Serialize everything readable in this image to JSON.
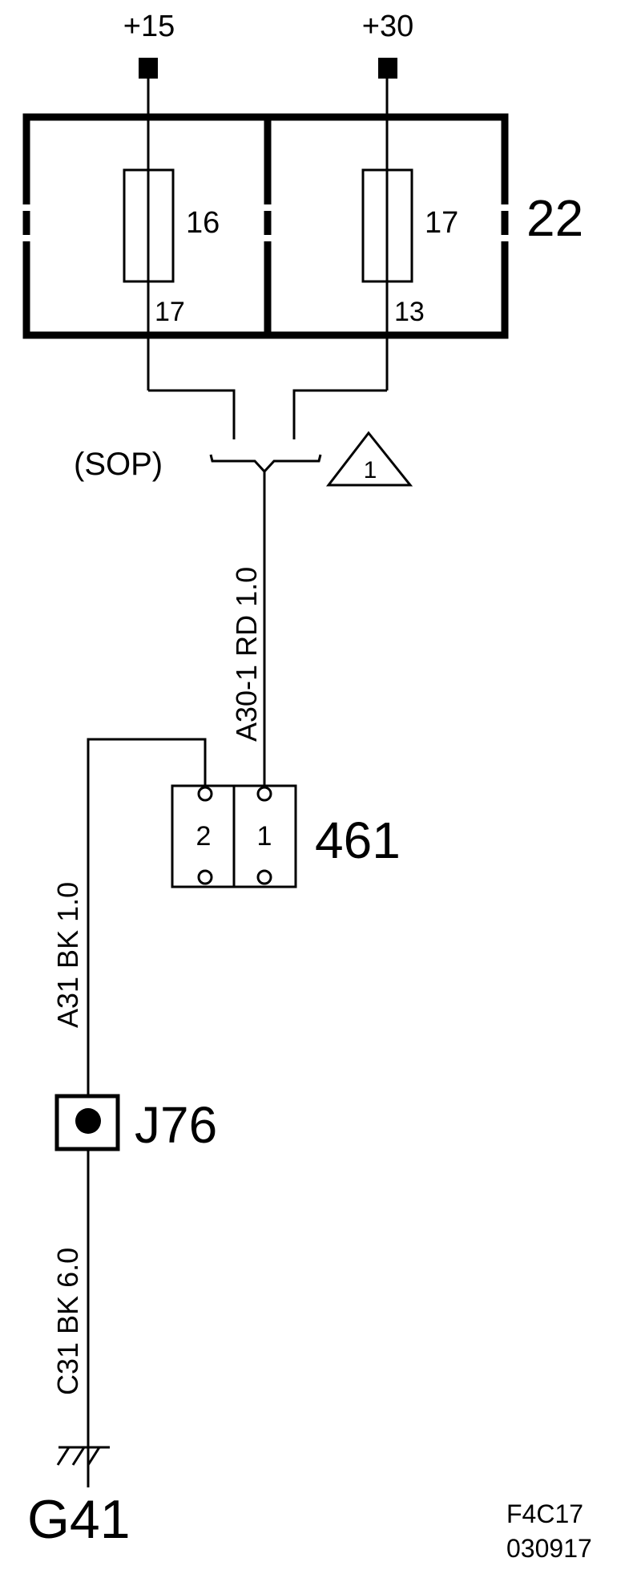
{
  "supplies": {
    "left": "+15",
    "right": "+30"
  },
  "fuse_box": {
    "id": "22",
    "left_fuse": {
      "number": "16",
      "pin": "17"
    },
    "right_fuse": {
      "number": "17",
      "pin": "13"
    }
  },
  "variant": {
    "label": "(SOP)",
    "note_number": "1"
  },
  "wires": {
    "supply_wire": "A30-1 RD 1.0",
    "return_wire": "A31 BK 1.0",
    "ground_wire": "C31 BK 6.0"
  },
  "connector": {
    "id": "461",
    "pin_left": "2",
    "pin_right": "1"
  },
  "junction": {
    "id": "J76"
  },
  "ground": {
    "id": "G41"
  },
  "footer": {
    "code": "F4C17",
    "date": "030917"
  }
}
